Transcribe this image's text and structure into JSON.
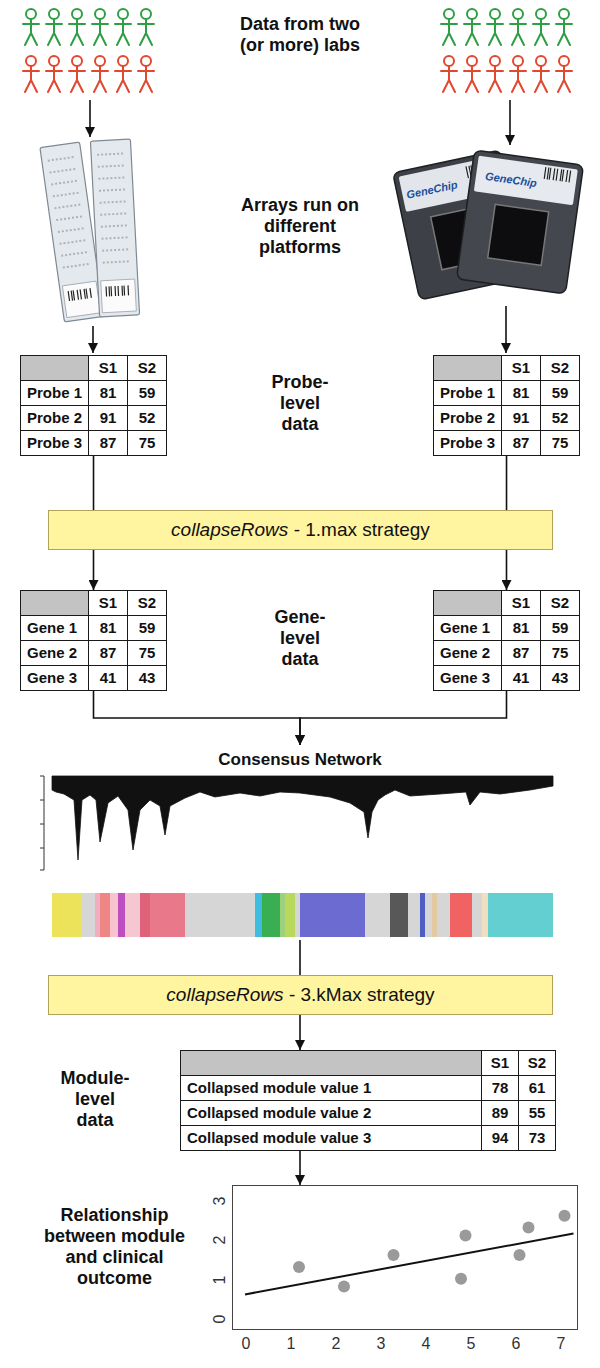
{
  "diagram": {
    "nodes": [
      {
        "text": [
          "S1",
          "S2",
          "Probe 1",
          "81",
          "59",
          "Probe 2",
          "91",
          "52",
          "Probe 3",
          "87",
          "75"
        ]
      },
      {
        "text": [
          "S1",
          "S2",
          "Probe 1",
          "81",
          "59",
          "Probe 2",
          "91",
          "52",
          "Probe 3",
          "87",
          "75"
        ]
      },
      {
        "text": [
          "collapseRows",
          "- 1.max strategy"
        ]
      },
      {
        "text": [
          "S1",
          "S2",
          "Gene 1",
          "81",
          "59",
          "Gene 2",
          "87",
          "75",
          "Gene 3",
          "41",
          "43"
        ]
      },
      {
        "text": [
          "S1",
          "S2",
          "Gene 1",
          "81",
          "59",
          "Gene 2",
          "87",
          "75",
          "Gene 3",
          "41",
          "43"
        ]
      },
      {
        "text": [
          "Consensus Network"
        ]
      },
      {
        "text": [
          "collapseRows",
          "- 3.kMax strategy"
        ]
      },
      {
        "text": [
          "S1",
          "S2",
          "Collapsed module value 1",
          "78",
          "61",
          "Collapsed module value 2",
          "89",
          "55",
          "Collapsed module value 3",
          "94",
          "73"
        ]
      },
      {
        "text": [
          "3",
          "2",
          "1",
          "0",
          "0",
          "1",
          "2",
          "3",
          "4",
          "5",
          "6",
          "7"
        ]
      }
    ],
    "edges": [
      {
        "from": 0,
        "to": 2,
        "arrow": "none"
      },
      {
        "from": 1,
        "to": 2,
        "arrow": "none"
      },
      {
        "from": 2,
        "to": 3,
        "arrow": "to"
      },
      {
        "from": 2,
        "to": 4,
        "arrow": "to"
      },
      {
        "from": 3,
        "to": 5,
        "arrow": "to"
      },
      {
        "from": 4,
        "to": 5,
        "arrow": "to"
      },
      {
        "from": 5,
        "to": 6,
        "arrow": "none"
      },
      {
        "from": 6,
        "to": 7,
        "arrow": "to"
      },
      {
        "from": 7,
        "to": 8,
        "arrow": "to"
      }
    ],
    "labels": [
      "Data from two (or more) labs",
      "Arrays run on different platforms",
      "GeneChip",
      "GeneChip",
      "Probe-level data",
      "Gene-level data",
      "Module-level data",
      "Relationship between module and clinical outcome"
    ]
  }
}
